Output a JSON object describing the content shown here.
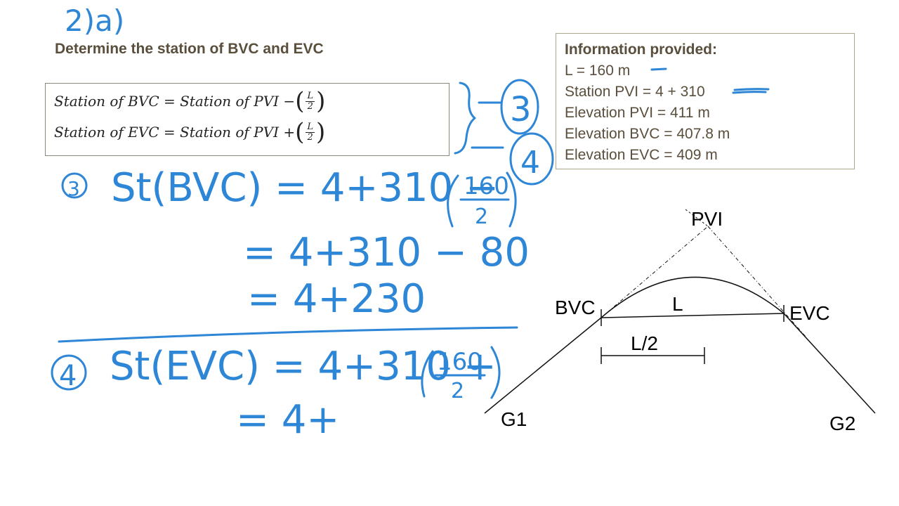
{
  "heading": "Determine the station of BVC and EVC",
  "formulas": {
    "bvc_left": "Station of BVC = Station of PVI −",
    "evc_left": "Station of EVC = Station of PVI +",
    "num": "L",
    "den": "2"
  },
  "info": {
    "title": "Information provided:",
    "lines": [
      "L = 160 m",
      "Station PVI = 4 + 310",
      "Elevation PVI = 411 m",
      "Elevation BVC = 407.8 m",
      "Elevation EVC = 409 m"
    ]
  },
  "diagram": {
    "pvi": "PVI",
    "bvc": "BVC",
    "evc": "EVC",
    "l": "L",
    "l_half": "L/2",
    "g1": "G1",
    "g2": "G2"
  },
  "handwriting": {
    "part": "2)a)",
    "circle3": "3",
    "circle4": "4",
    "line1": "St(BVC) = 4+310 −",
    "frac_num": "160",
    "frac_den": "2",
    "line2": "= 4+310 − 80",
    "line3": "= 4+230",
    "line4": "St(EVC) = 4+310 +",
    "line5": "= 4+"
  },
  "colors": {
    "ink": "#2e86d6",
    "heading": "#5a4e3c"
  }
}
